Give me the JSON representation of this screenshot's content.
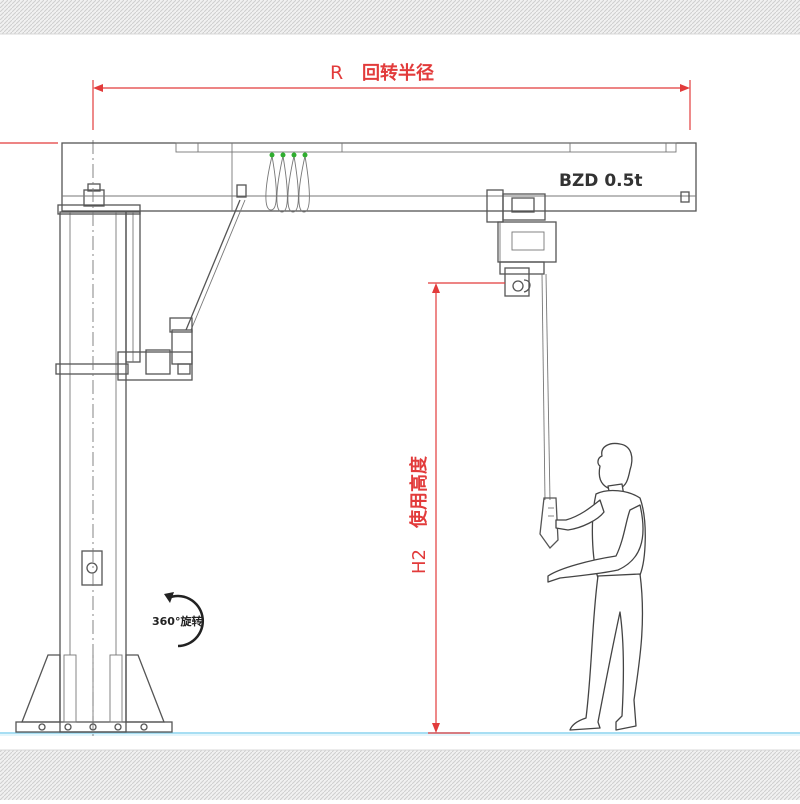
{
  "labels": {
    "radius_symbol": "R",
    "radius_text": "回转半径",
    "model": "BZD 0.5t",
    "height_symbol": "H2",
    "height_text": "使用高度",
    "rotation": "360°旋转"
  },
  "colors": {
    "dimension": "#e23b3b",
    "line": "#555555",
    "festoon_marker": "#2fae2f",
    "floor": "#8ad4ef"
  },
  "icons": [
    "rotation-arrow-icon"
  ]
}
